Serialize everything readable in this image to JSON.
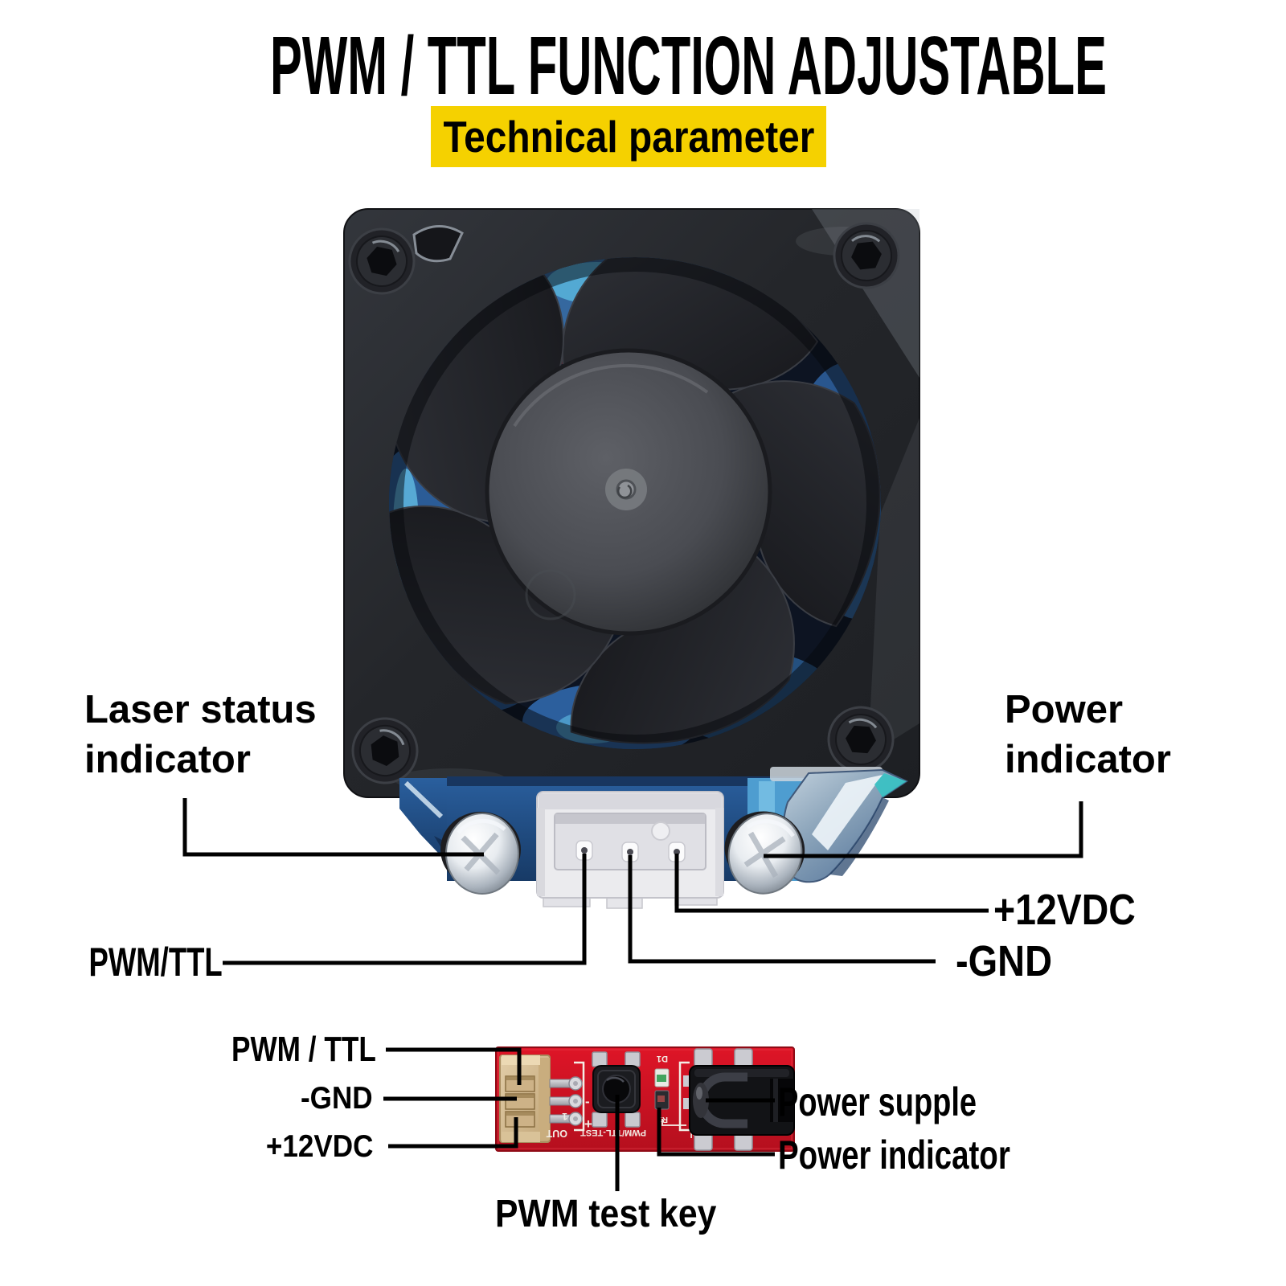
{
  "title": "PWM / TTL FUNCTION ADJUSTABLE",
  "badge": {
    "label": "Technical parameter"
  },
  "fan_labels": {
    "laser_status_line1": "Laser status",
    "laser_status_line2": "indicator",
    "power_line1": "Power",
    "power_line2": "indicator",
    "pwm_ttl": "PWM/TTL",
    "vdc": "+12VDC",
    "gnd": "-GND"
  },
  "pcb_labels": {
    "pwm_ttl": "PWM / TTL",
    "gnd": "-GND",
    "vdc": "+12VDC",
    "power_supply": "Power supple",
    "power_indicator": "Power indicator",
    "pwm_test_key": "PWM test key"
  },
  "pcb_silkscreen": {
    "connector": "PWM/TTL",
    "minus": "-",
    "plus": "+",
    "pin_one": "1",
    "out": "OUT",
    "test": "PWM/TTL-TEST",
    "led": "D1",
    "resistor": "R1",
    "in": "IN"
  },
  "colors": {
    "badge_bg": "#f5d100",
    "pcb_red": "#c9101f",
    "heatsink_blue": "#2a5f9e",
    "callout_line": "#000000",
    "text": "#000000"
  }
}
